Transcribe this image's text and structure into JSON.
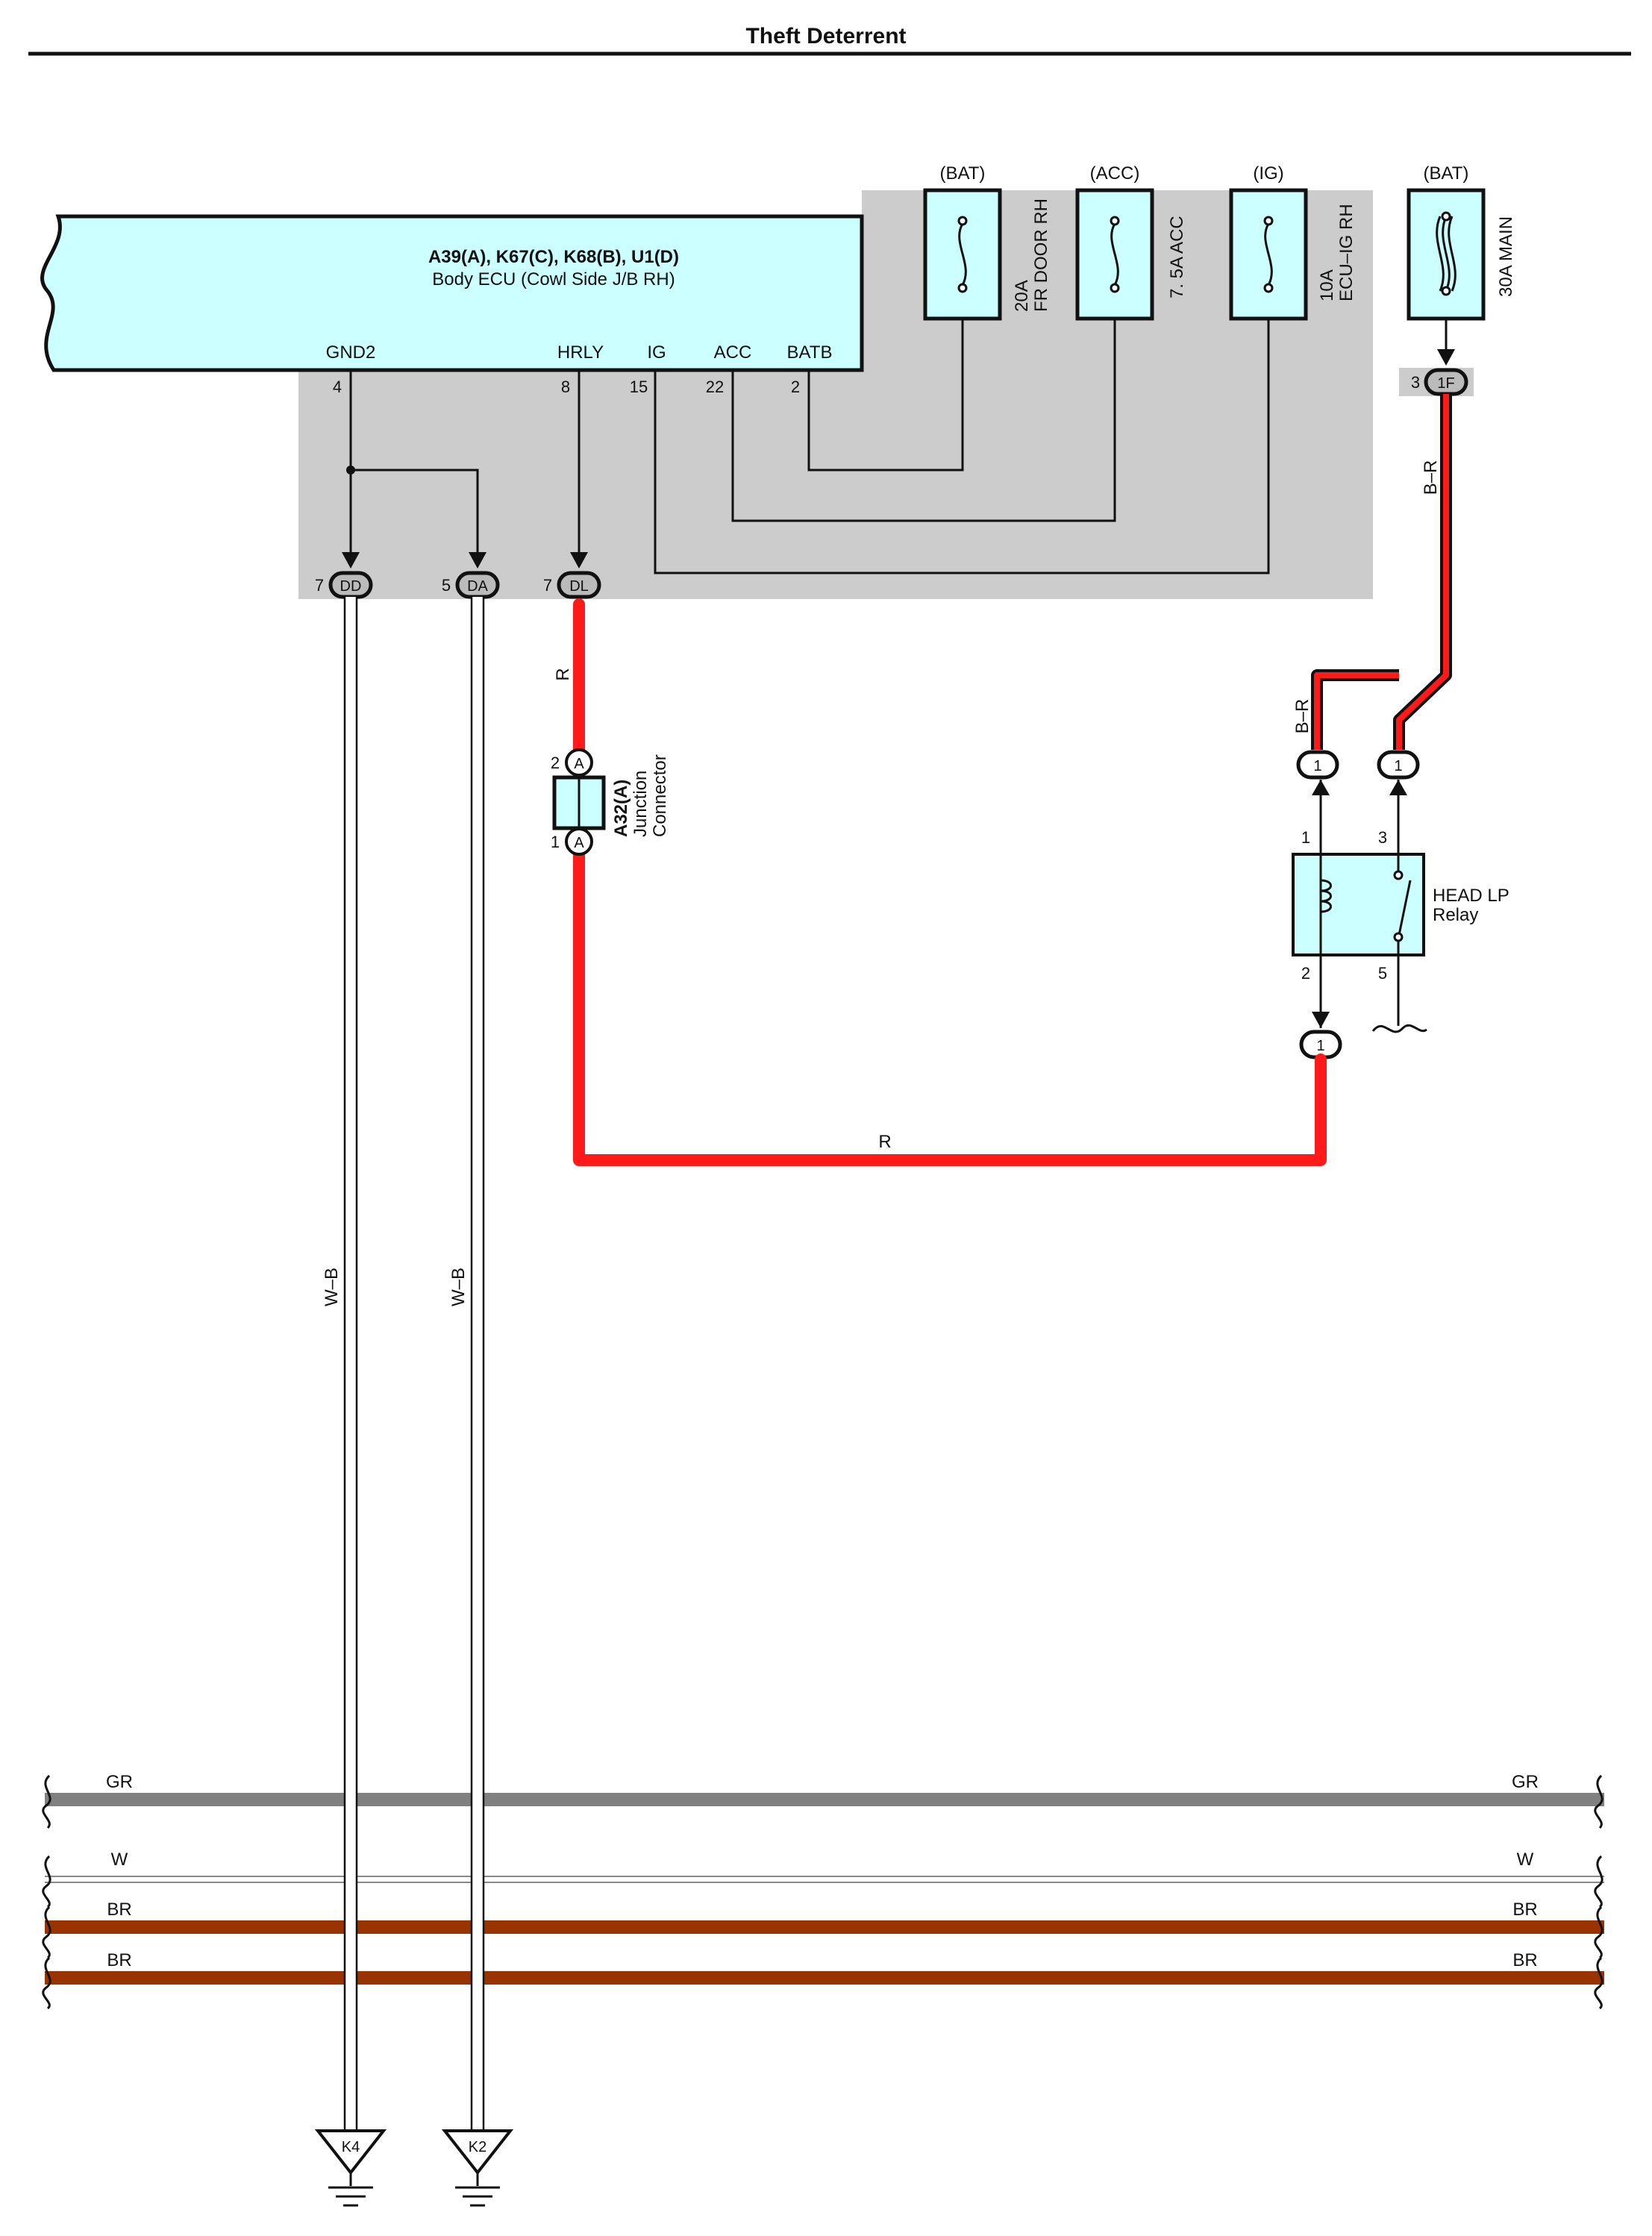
{
  "title": "Theft Deterrent",
  "ecu": {
    "connectors_label": "A39(A), K67(C), K68(B), U1(D)",
    "name": "Body ECU (Cowl Side J/B RH)",
    "terminals": [
      {
        "label": "GND2",
        "pin": "4"
      },
      {
        "label": "HRLY",
        "pin": "8"
      },
      {
        "label": "IG",
        "pin": "15"
      },
      {
        "label": "ACC",
        "pin": "22"
      },
      {
        "label": "BATB",
        "pin": "2"
      }
    ]
  },
  "fuses": [
    {
      "source": "(BAT)",
      "amp": "20A",
      "name": "FR DOOR RH"
    },
    {
      "source": "(ACC)",
      "amp": "7. 5A ACC",
      "name": ""
    },
    {
      "source": "(IG)",
      "amp": "10A",
      "name": "ECU–IG RH"
    },
    {
      "source": "(BAT)",
      "amp": "30A MAIN",
      "name": ""
    }
  ],
  "connectors": {
    "dd": {
      "pin": "7",
      "id": "DD"
    },
    "da": {
      "pin": "5",
      "id": "DA"
    },
    "dl": {
      "pin": "7",
      "id": "DL"
    },
    "f1": {
      "pin": "3",
      "id": "1F"
    },
    "relay_in_left": "1",
    "relay_in_right": "1",
    "relay_out": "1"
  },
  "junction": {
    "pin_top": "2",
    "pin_bottom": "1",
    "letter": "A",
    "code": "A32(A)",
    "line1": "Junction",
    "line2": "Connector"
  },
  "relay": {
    "name_line1": "HEAD LP",
    "name_line2": "Relay",
    "pins": {
      "p1": "1",
      "p2": "2",
      "p3": "3",
      "p5": "5"
    }
  },
  "wire_labels": {
    "r_upper": "R",
    "r_lower": "R",
    "br_main": "B–R",
    "br_relay": "B–R",
    "wb_left": "W–B",
    "wb_right": "W–B"
  },
  "bus_lines": [
    {
      "label": "GR",
      "color": "#808080"
    },
    {
      "label": "W",
      "color": "#ffffff"
    },
    {
      "label": "BR",
      "color": "#993300"
    },
    {
      "label": "BR",
      "color": "#993300"
    }
  ],
  "grounds": [
    "K4",
    "K2"
  ],
  "colors": {
    "ecu_fill": "#ccffff",
    "shade": "#cccccc",
    "red_wire": "#ff1a1a",
    "brown_wire": "#993300",
    "gray_wire": "#808080"
  }
}
